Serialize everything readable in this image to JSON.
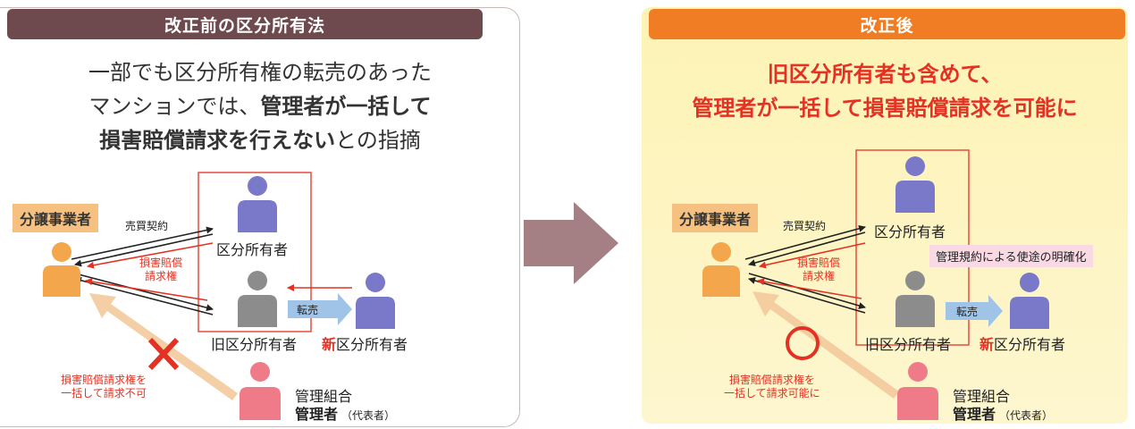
{
  "left": {
    "header": "改正前の区分所有法",
    "statement": {
      "line1": "一部でも区分所有権の転売のあった",
      "line2_plain": "マンションでは、",
      "line2_bold": "管理者が一括して",
      "line3_bold": "損害賠償請求を行えない",
      "line3_plain": "との指摘"
    },
    "developer": "分譲事業者",
    "sale_contract": "売買契約",
    "damages_right": [
      "損害賠償",
      "請求権"
    ],
    "unit_owner": "区分所有者",
    "former_owner": "旧区分所有者",
    "resale": "転売",
    "new_prefix": "新",
    "new_owner_rest": "区分所有者",
    "association": "管理組合",
    "manager": "管理者",
    "representative": "（代表者）",
    "collective_claim": [
      "損害賠償請求権を",
      "一括して請求不可"
    ]
  },
  "right": {
    "header": "改正後",
    "title_line1": "旧区分所有者も含めて、",
    "title_line2": "管理者が一括して損害賠償請求を可能に",
    "developer": "分譲事業者",
    "sale_contract": "売買契約",
    "damages_right": [
      "損害賠償",
      "請求権"
    ],
    "unit_owner": "区分所有者",
    "rules_note": "管理規約による使途の明確化",
    "former_owner": "旧区分所有者",
    "resale": "転売",
    "new_prefix": "新",
    "new_owner_rest": "区分所有者",
    "association": "管理組合",
    "manager": "管理者",
    "representative": "（代表者）",
    "collective_claim": [
      "損害賠償請求権を",
      "一括して請求可能に"
    ]
  },
  "colors": {
    "left_header": "#6e4a4f",
    "right_header": "#f07d24",
    "owner": "#7a78c8",
    "former_owner": "#8c8c8c",
    "developer_icon": "#f4a64c",
    "association_icon": "#f07b88",
    "red": "#e33223"
  }
}
